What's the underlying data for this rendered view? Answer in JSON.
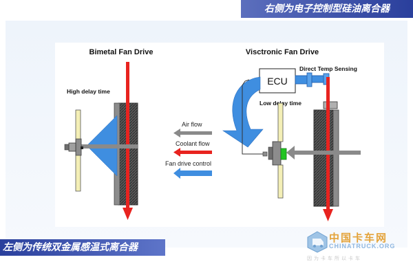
{
  "captions": {
    "right": "右侧为电子控制型硅油离合器",
    "left": "左侧为传统双金属感温式离合器"
  },
  "diagram": {
    "left_title": "Bimetal Fan Drive",
    "right_title": "Visctronic Fan Drive",
    "high_delay": "High delay time",
    "low_delay": "Low delay time",
    "ecu": "ECU",
    "direct_temp": "Direct Temp Sensing",
    "legend": {
      "air_flow": "Air flow",
      "coolant_flow": "Coolant flow",
      "fan_drive_control": "Fan drive control"
    }
  },
  "colors": {
    "caption_bg": "#2a3f9c",
    "coolant_red": "#e8231f",
    "air_gray": "#8a8a8a",
    "control_blue": "#3f8ee0",
    "fan_yellow": "#f4efb6",
    "sensor_green": "#22c422"
  },
  "watermark": {
    "cn": "中国卡车网",
    "en": "CHINATRUCK.ORG",
    "small": "因为卡车所以卡车"
  }
}
